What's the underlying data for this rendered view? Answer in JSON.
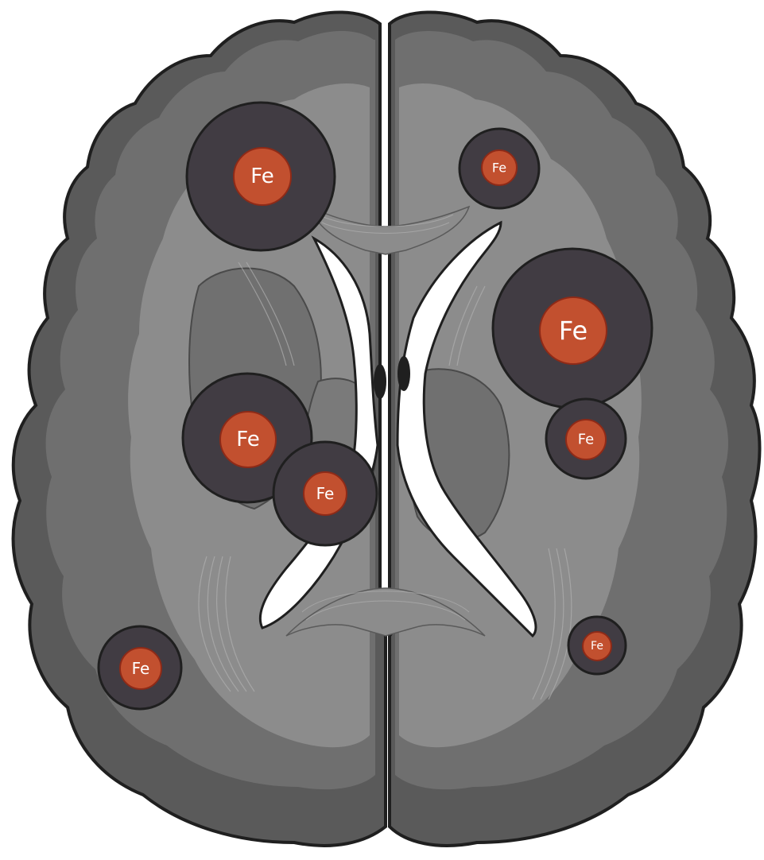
{
  "colors": {
    "background": "#ffffff",
    "cortex_dark": "#5a5a5a",
    "gray_matter": "#6f6f6f",
    "white_matter": "#8c8c8c",
    "deep_nuclei": "#707070",
    "ventricle": "#ffffff",
    "outline": "#1f1f1f",
    "lesion_halo": "#413c43",
    "iron_core": "#c2502f",
    "iron_core_edge": "#8e2a17",
    "label_text": "#ffffff"
  },
  "labels": {
    "iron_symbol": "Fe"
  },
  "lesions": [
    {
      "id": "left-frontal-large",
      "size": "large"
    },
    {
      "id": "right-frontal-small",
      "size": "small"
    },
    {
      "id": "right-frontal-large",
      "size": "large"
    },
    {
      "id": "right-lateral-small",
      "size": "small"
    },
    {
      "id": "left-basal-large",
      "size": "large"
    },
    {
      "id": "left-basal-medium",
      "size": "medium"
    },
    {
      "id": "right-posterior-small",
      "size": "small"
    },
    {
      "id": "left-posterior-medium",
      "size": "medium"
    }
  ]
}
